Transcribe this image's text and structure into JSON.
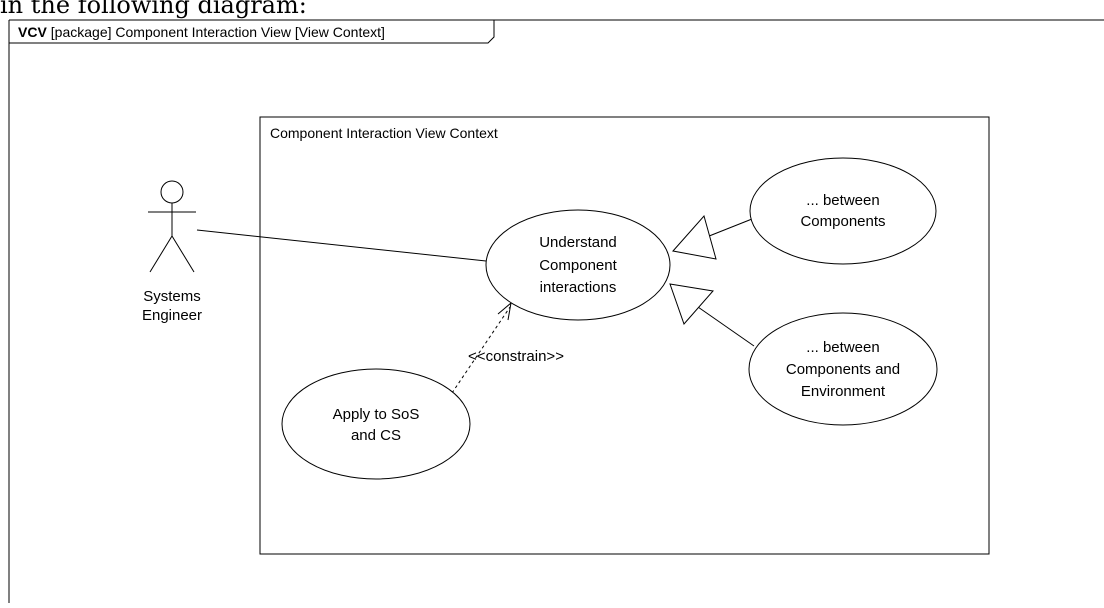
{
  "caption_text": "in the following diagram:",
  "frame": {
    "keyword": "VCV",
    "label": "[package] Component Interaction View [View Context]"
  },
  "boundary": {
    "title": "Component Interaction View Context"
  },
  "actor": {
    "name_line1": "Systems",
    "name_line2": "Engineer"
  },
  "use_cases": {
    "main": {
      "line1": "Understand",
      "line2": "Component",
      "line3": "interactions"
    },
    "between_components": {
      "line1": "... between",
      "line2": "Components"
    },
    "between_env": {
      "line1": "... between",
      "line2": "Components and",
      "line3": "Environment"
    },
    "apply": {
      "line1": "Apply to SoS",
      "line2": "and CS"
    }
  },
  "relations": {
    "constrain_label": "<<constrain>>"
  },
  "colors": {
    "stroke": "#000000",
    "background": "#ffffff"
  }
}
